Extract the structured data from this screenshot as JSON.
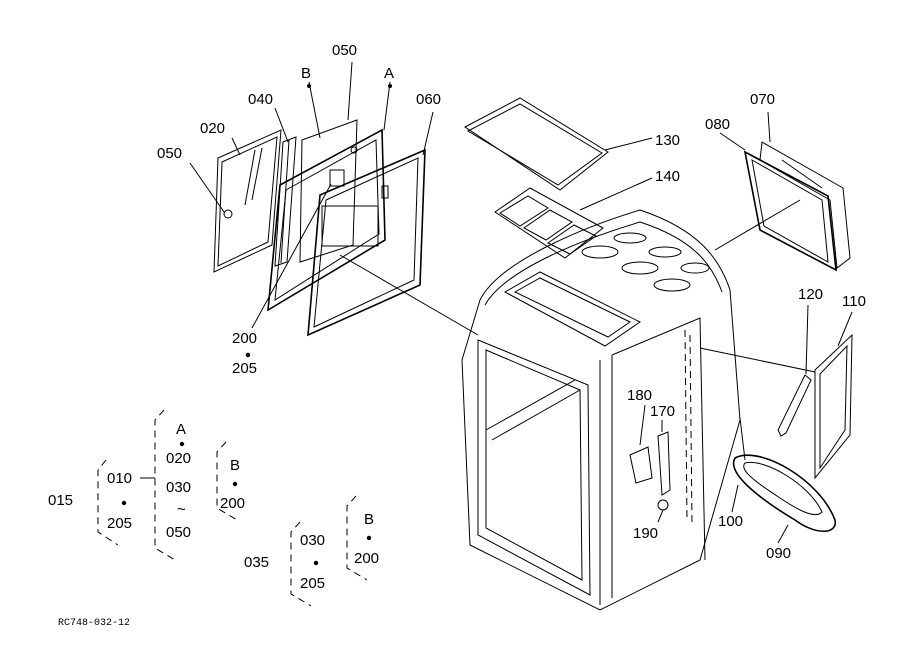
{
  "labels": {
    "p050_top": "050",
    "pB_top": "B",
    "pA_top": "A",
    "p040": "040",
    "p060": "060",
    "p020": "020",
    "p050_left": "050",
    "p200": "200",
    "p205": "205",
    "p130": "130",
    "p140": "140",
    "p080": "080",
    "p070": "070",
    "p120": "120",
    "p110": "110",
    "p180": "180",
    "p170": "170",
    "p190": "190",
    "p100": "100",
    "p090": "090"
  },
  "assemblies": {
    "a015": {
      "code": "015",
      "g1": [
        "010",
        "205"
      ],
      "g2": [
        "A",
        "020",
        "030",
        "~",
        "050"
      ],
      "g3": [
        "B",
        "200"
      ]
    },
    "a035": {
      "code": "035",
      "g1": [
        "030",
        "205"
      ],
      "g2": [
        "B",
        "200"
      ]
    }
  },
  "drawing_ref": "RC748-032-12"
}
